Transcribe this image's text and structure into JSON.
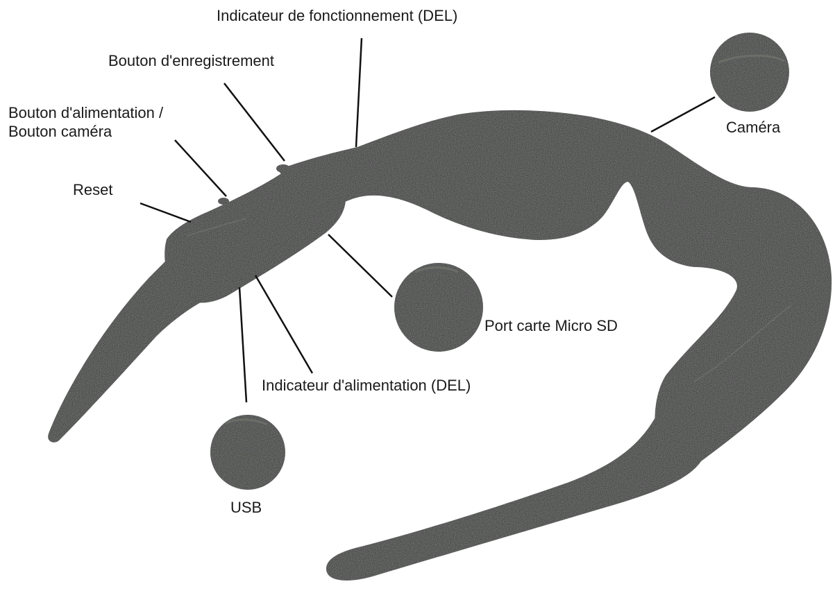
{
  "colors": {
    "background": "#ffffff",
    "glasses_body": "#2e312d",
    "glasses_highlight": "#4a4d48",
    "leader_line": "#111111",
    "label_text": "#1a1a1a"
  },
  "labels": {
    "status_led": "Indicateur de fonctionnement (DEL)",
    "record_button": "Bouton d'enregistrement",
    "power_button_line1": "Bouton d'alimentation /",
    "power_button_line2": "Bouton caméra",
    "reset": "Reset",
    "camera": "Caméra",
    "micro_sd": "Port carte Micro SD",
    "power_led": "Indicateur d'alimentation (DEL)",
    "usb": "USB"
  }
}
